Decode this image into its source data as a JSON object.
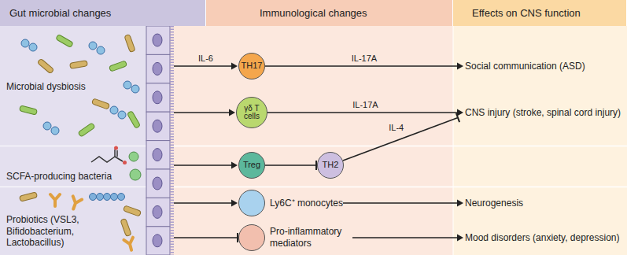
{
  "diagram": {
    "nodes": [
      {
        "text": [
          "Gut microbial changes"
        ]
      },
      {
        "text": [
          "Immunological changes"
        ]
      },
      {
        "text": [
          "Effects on CNS function"
        ]
      },
      {
        "text": [
          "Microbial dysbiosis"
        ]
      },
      {
        "text": [
          "SCFA-producing bacteria"
        ]
      },
      {
        "text": [
          "Probiotics (VSL3, Bifidobacterium, Lactobacillus)"
        ]
      },
      {
        "text": [
          "TH17"
        ]
      },
      {
        "text": [
          "γδ T cells"
        ]
      },
      {
        "text": [
          "Treg"
        ]
      },
      {
        "text": [
          "TH2"
        ]
      },
      {
        "text": [
          "Ly6C⁺ monocytes"
        ]
      },
      {
        "text": [
          "Pro-inflammatory mediators"
        ]
      },
      {
        "text": [
          "Social communication (ASD)"
        ]
      },
      {
        "text": [
          "CNS injury (stroke, spinal cord injury)"
        ]
      },
      {
        "text": [
          "Neurogenesis"
        ]
      },
      {
        "text": [
          "Mood disorders (anxiety, depression)"
        ]
      }
    ],
    "edges": [
      {
        "from": 3,
        "to": 6,
        "label": "IL-6",
        "arrow": "to"
      },
      {
        "from": 3,
        "to": 7,
        "arrow": "to"
      },
      {
        "from": 6,
        "to": 12,
        "label": "IL-17A",
        "arrow": "to"
      },
      {
        "from": 7,
        "to": 13,
        "label": "IL-17A",
        "arrow": "to"
      },
      {
        "from": 4,
        "to": 8,
        "arrow": "to"
      },
      {
        "from": 8,
        "to": 9,
        "arrow": "to"
      },
      {
        "from": 9,
        "to": 13,
        "label": "IL-4",
        "arrow": "to"
      },
      {
        "from": 5,
        "to": 10,
        "arrow": "to"
      },
      {
        "from": 5,
        "to": 11,
        "arrow": "to"
      },
      {
        "from": 10,
        "to": 14,
        "arrow": "to"
      },
      {
        "from": 11,
        "to": 15,
        "arrow": "to"
      }
    ]
  }
}
